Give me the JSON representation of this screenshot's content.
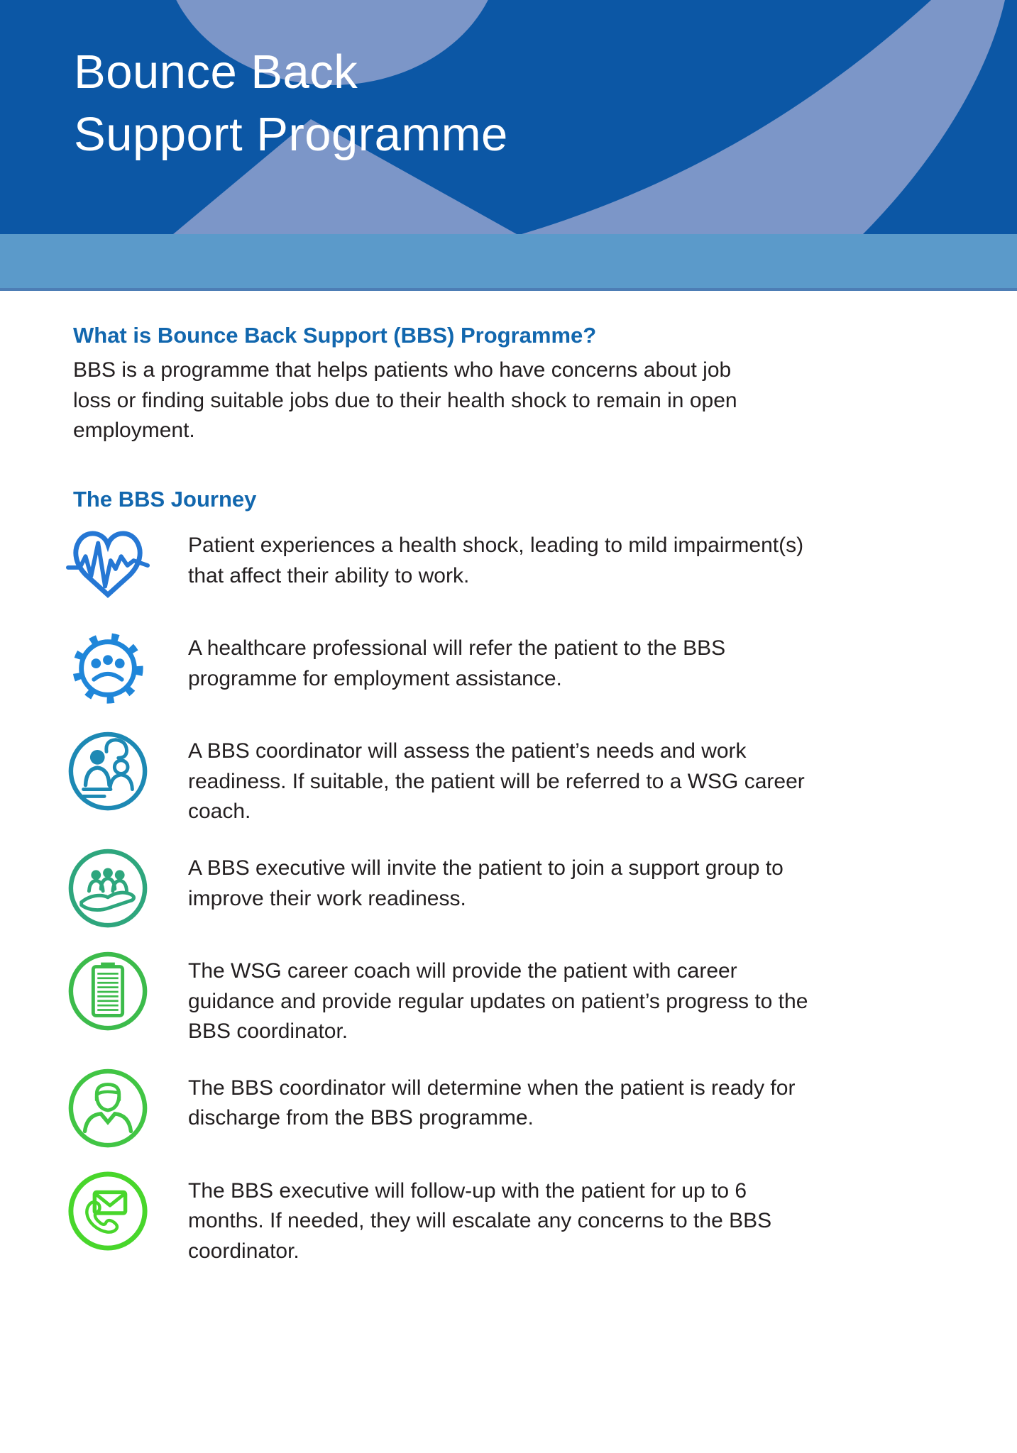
{
  "header": {
    "title": "Bounce Back\nSupport Programme",
    "background_color": "#0c57a5",
    "shape_color": "#7c96c8",
    "band_color": "#5b9aca"
  },
  "intro": {
    "heading": "What is Bounce Back Support (BBS) Programme?",
    "body": "BBS is a programme that helps patients who have concerns about job\nloss or finding suitable jobs due to their health shock to remain in open\nemployment.",
    "heading_color": "#1267ae"
  },
  "journey": {
    "heading": "The BBS Journey",
    "steps": [
      {
        "icon": "heartbeat-heart-icon",
        "color": "#2577d4",
        "text": "Patient experiences a health shock, leading to mild impairment(s)\nthat affect their ability to work."
      },
      {
        "icon": "gear-people-icon",
        "color": "#1f86d9",
        "text": "A healthcare professional will refer the patient to the BBS\nprogramme for employment assistance."
      },
      {
        "icon": "counselling-people-icon",
        "color": "#1d89b4",
        "text": "A BBS coordinator will assess the patient’s needs and work\nreadiness. If suitable, the patient will be referred to a WSG career\ncoach."
      },
      {
        "icon": "support-group-hand-icon",
        "color": "#2ea67d",
        "text": "A BBS executive will invite the patient to join a support group to\nimprove their work readiness."
      },
      {
        "icon": "clipboard-report-icon",
        "color": "#3cbb4b",
        "text": "The WSG career coach will provide the patient with career\nguidance and provide regular updates on patient’s progress to the\nBBS coordinator."
      },
      {
        "icon": "person-icon",
        "color": "#41c544",
        "text": "The BBS coordinator will determine when the patient is ready for\ndischarge from the BBS programme."
      },
      {
        "icon": "phone-mail-icon",
        "color": "#48d62b",
        "text": "The BBS executive will follow-up with the patient for up to 6\nmonths. If needed, they will escalate any concerns to the BBS\ncoordinator."
      }
    ]
  }
}
